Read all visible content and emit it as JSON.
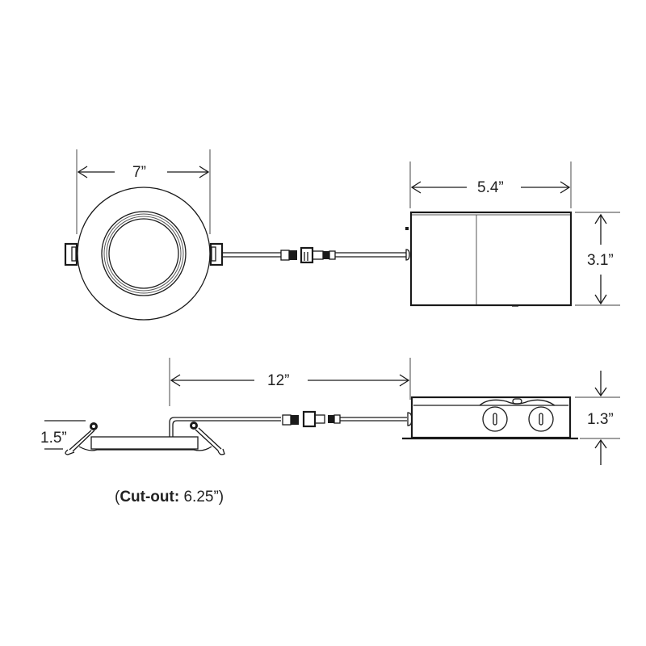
{
  "drawing": {
    "top_view": {
      "fixture_diameter_label": "7”",
      "junction_box_width_label": "5.4”",
      "junction_box_height_label": "3.1”"
    },
    "side_view": {
      "cable_length_label": "12”",
      "fixture_height_label": "1.5”",
      "junction_box_depth_label": "1.3”"
    },
    "cutout": {
      "open_paren": "(",
      "label": "Cut-out:",
      "value": "6.25”)"
    }
  },
  "colors": {
    "line": "#1a1a1a",
    "text": "#222222",
    "background": "#ffffff"
  }
}
